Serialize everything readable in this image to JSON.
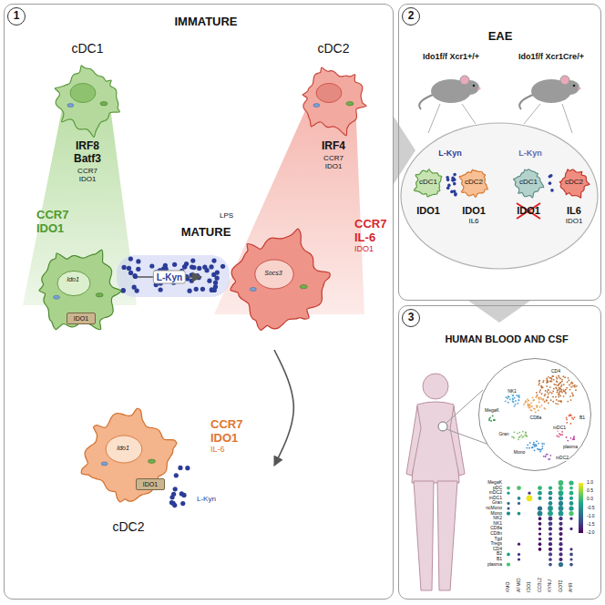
{
  "diagram": {
    "nodes": [
      {
        "text": [
          "IMMATURE",
          "MATURE"
        ]
      },
      {
        "text": [
          "1"
        ],
        "in": 0
      },
      {
        "text": [
          "cDC1",
          "IRF8",
          "Batf3",
          "CCR7",
          "IDO1"
        ],
        "in": 0
      },
      {
        "text": [
          "cDC2",
          "IRF4",
          "CCR7",
          "IDO1"
        ],
        "in": 0
      },
      {
        "text": [
          "CCR7",
          "IDO1"
        ],
        "in": 0
      },
      {
        "text": [
          "IDO1"
        ],
        "in": 4
      },
      {
        "text": [
          "LPS",
          "CCR7",
          "IL-6",
          "IDO1"
        ],
        "in": 0
      },
      {
        "text": [
          "CCR7",
          "IDO1",
          "IL-6",
          "L-Kyn",
          "cDC2"
        ],
        "in": 0
      },
      {
        "text": [
          "IDO1"
        ],
        "in": 7
      },
      {
        "text": [
          "EAE"
        ]
      },
      {
        "text": [
          "2"
        ],
        "in": 9
      },
      {
        "text": [
          "cDC1",
          "IDO1"
        ],
        "in": 9
      },
      {
        "text": [
          "cDC2",
          "IDO1",
          "IL6"
        ],
        "in": 9
      },
      {
        "text": [
          "cDC1",
          "IDO1"
        ],
        "in": 9
      },
      {
        "text": [
          "cDC2",
          "IL6",
          "IDO1"
        ],
        "in": 9
      },
      {
        "text": [
          "HUMAN BLOOD AND CSF"
        ]
      },
      {
        "text": [
          "3"
        ],
        "in": 15
      },
      {
        "text": [
          "MegaK",
          "CD4",
          "CD8a",
          "NK1",
          "Gran",
          "Mono",
          "mDC1",
          "mDC2",
          "B1",
          "plasma"
        ],
        "in": 15
      }
    ],
    "edges": [
      {
        "from": 4,
        "to": 6,
        "label": "L-Kyn",
        "arrow": "to"
      },
      {
        "from": 6,
        "to": 7,
        "arrow": "to"
      }
    ],
    "labels": [
      "Ido1",
      "Socs3",
      "Ido1",
      "Ido1f/f Xcr1+/+",
      "Ido1f/f Xcr1Cre/+",
      "L-Kyn",
      "L-Kyn",
      "MegaK",
      "pDC",
      "mDC2",
      "mDC1",
      "Gran",
      "ncMono",
      "Mono",
      "NK2",
      "NK1",
      "CD8a",
      "CD8n",
      "Tgd",
      "Tregs",
      "CD4",
      "B2",
      "B1",
      "plasma",
      "KMO",
      "AFMID",
      "IDO1",
      "CCBL2",
      "KYNU",
      "GOT2",
      "AHR",
      "1.0",
      "0.5",
      "0.0",
      "-0.5",
      "-1.0",
      "-1.5",
      "-2.0"
    ]
  }
}
